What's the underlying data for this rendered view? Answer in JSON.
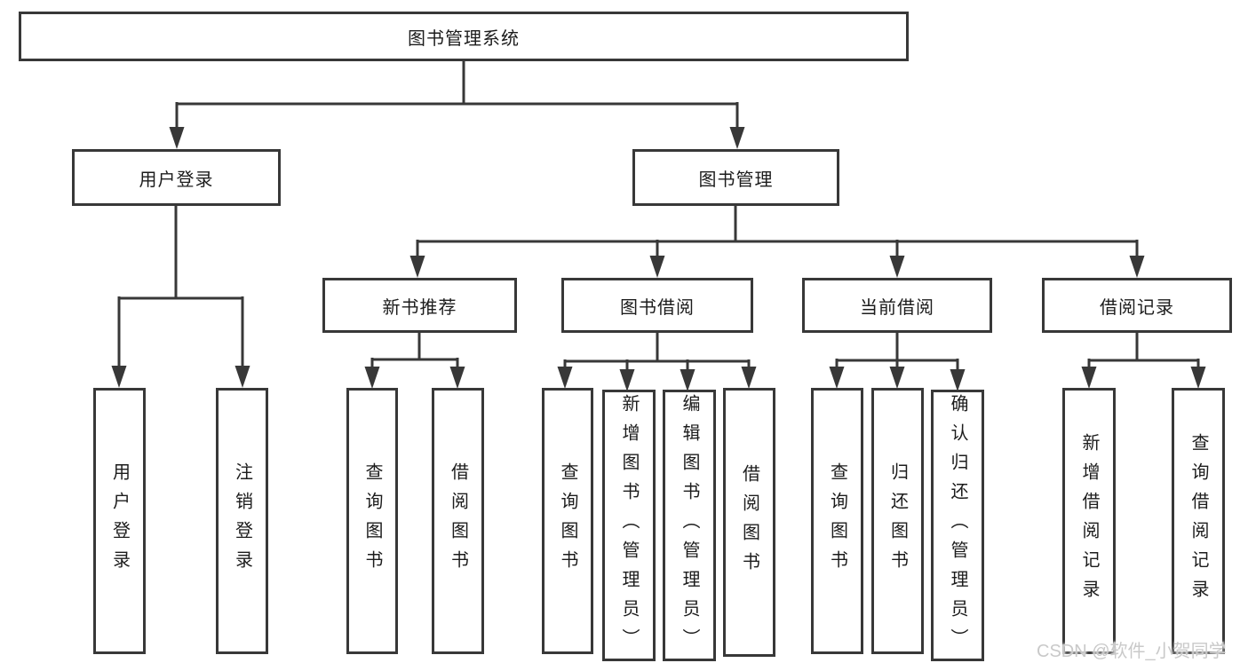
{
  "diagram": {
    "root": {
      "label": "图书管理系统"
    },
    "level2": {
      "user_login": {
        "label": "用户登录"
      },
      "book_management": {
        "label": "图书管理"
      }
    },
    "level3": {
      "new_book_recommend": {
        "label": "新书推荐"
      },
      "book_borrowing": {
        "label": "图书借阅"
      },
      "current_borrowing": {
        "label": "当前借阅"
      },
      "borrowing_records": {
        "label": "借阅记录"
      }
    },
    "leaves": {
      "user_login": {
        "label": "用户登录"
      },
      "logout": {
        "label": "注销登录"
      },
      "query_books_recommend": {
        "label": "查询图书"
      },
      "borrow_books_recommend": {
        "label": "借阅图书"
      },
      "query_books_borrowing": {
        "label": "查询图书"
      },
      "add_books_admin": {
        "label": "新增图书（管理员）"
      },
      "edit_books_admin": {
        "label": "编辑图书（管理员）"
      },
      "borrow_books_borrowing": {
        "label": "借阅图书"
      },
      "query_books_current": {
        "label": "查询图书"
      },
      "return_books": {
        "label": "归还图书"
      },
      "confirm_return_admin": {
        "label": "确认归还（管理员）"
      },
      "add_borrow_record": {
        "label": "新增借阅记录"
      },
      "query_borrow_record": {
        "label": "查询借阅记录"
      }
    }
  },
  "watermark": {
    "text": "CSDN @软件_小贺同学"
  },
  "colors": {
    "line": "#383838",
    "box_border": "#383838",
    "text": "#1c1c1c",
    "box_background": "#ffffff",
    "watermark_text": "#c9c9c9",
    "page_background": "#ffffff"
  }
}
